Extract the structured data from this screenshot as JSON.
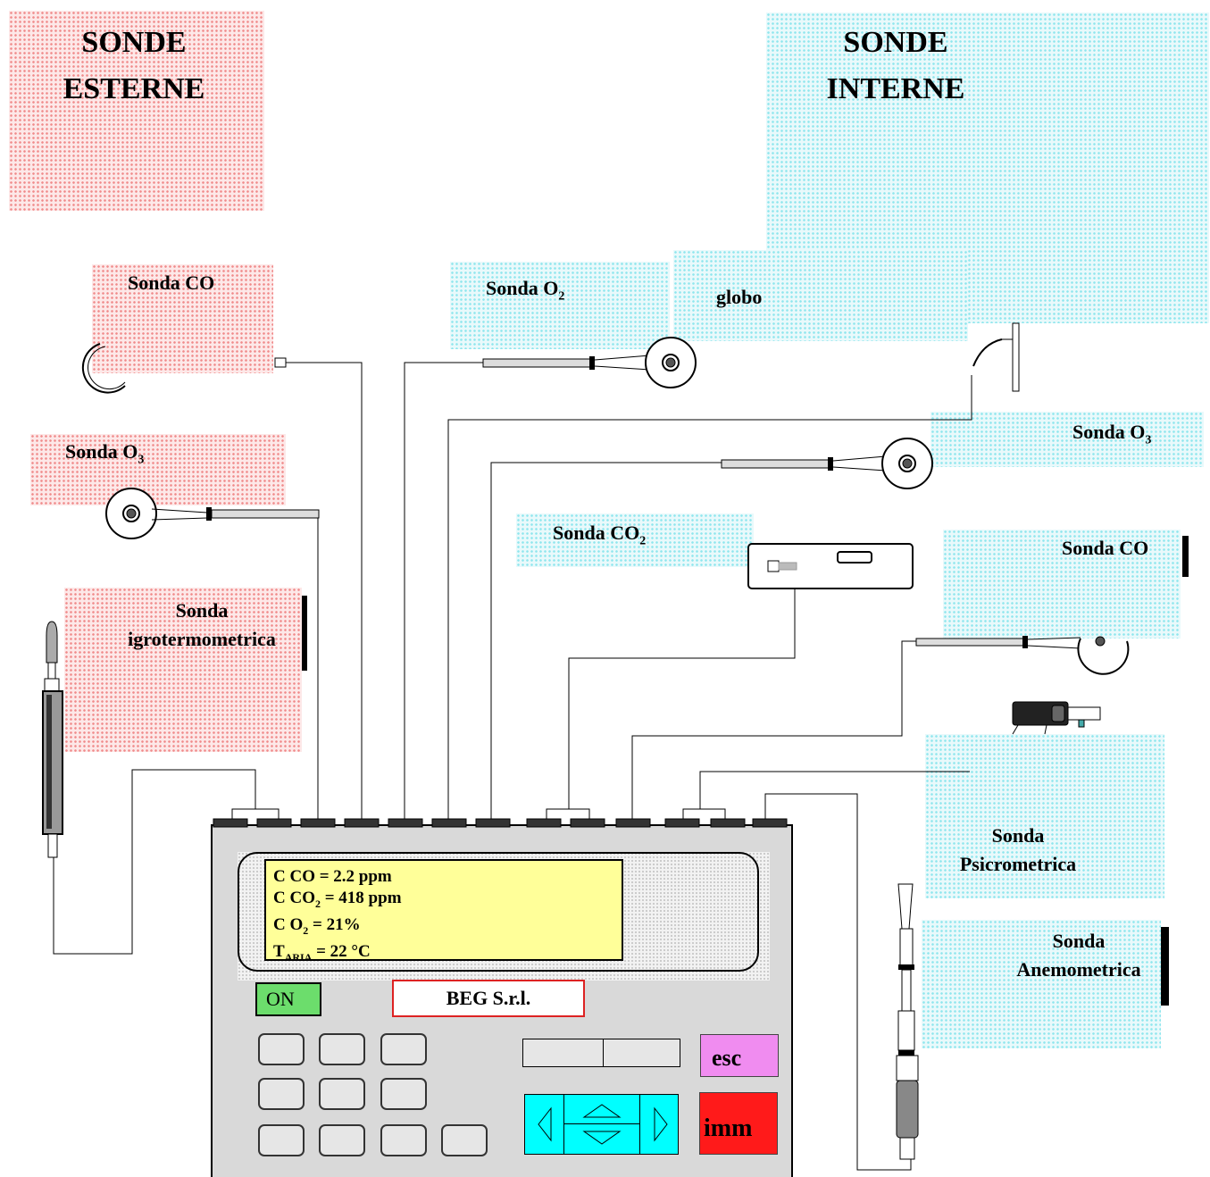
{
  "titles": {
    "external": [
      "SONDE",
      "ESTERNE"
    ],
    "internal": [
      "SONDE",
      "INTERNE"
    ]
  },
  "external_probes": {
    "co": "Sonda CO",
    "o3_prefix": "Sonda O",
    "o3_sub": "3",
    "igro_line1": "Sonda",
    "igro_line2": "igrotermometrica"
  },
  "internal_probes": {
    "o2_prefix": "Sonda O",
    "o2_sub": "2",
    "globo": "globo",
    "o3_prefix": "Sonda O",
    "o3_sub": "3",
    "co2_prefix": "Sonda CO",
    "co2_sub": "2",
    "co": "Sonda CO",
    "psicro_line1": "Sonda",
    "psicro_line2": "Psicrometrica",
    "anemo_line1": "Sonda",
    "anemo_line2": "Anemometrica"
  },
  "display": {
    "line1": "C CO = 2.2 ppm",
    "line2_prefix": "C CO",
    "line2_sub": "2",
    "line2_suffix": " = 418 ppm",
    "line3_prefix": "C O",
    "line3_sub": "2",
    "line3_suffix": " = 21%",
    "line4_prefix": "T",
    "line4_sub": "ARIA",
    "line4_suffix": " = 22 °C"
  },
  "controls": {
    "on": "ON",
    "brand": "BEG S.r.l.",
    "esc": "esc",
    "imm": "imm"
  },
  "colors": {
    "external_fill": "#f08a8a",
    "internal_fill": "#8ee6ee",
    "lcd": "#ffff99",
    "on_button": "#6cdd6c",
    "esc_button": "#f08cf0",
    "imm_button": "#ff1a1a",
    "nav_pad": "#00ffff",
    "device_body": "#d9d9d9"
  }
}
